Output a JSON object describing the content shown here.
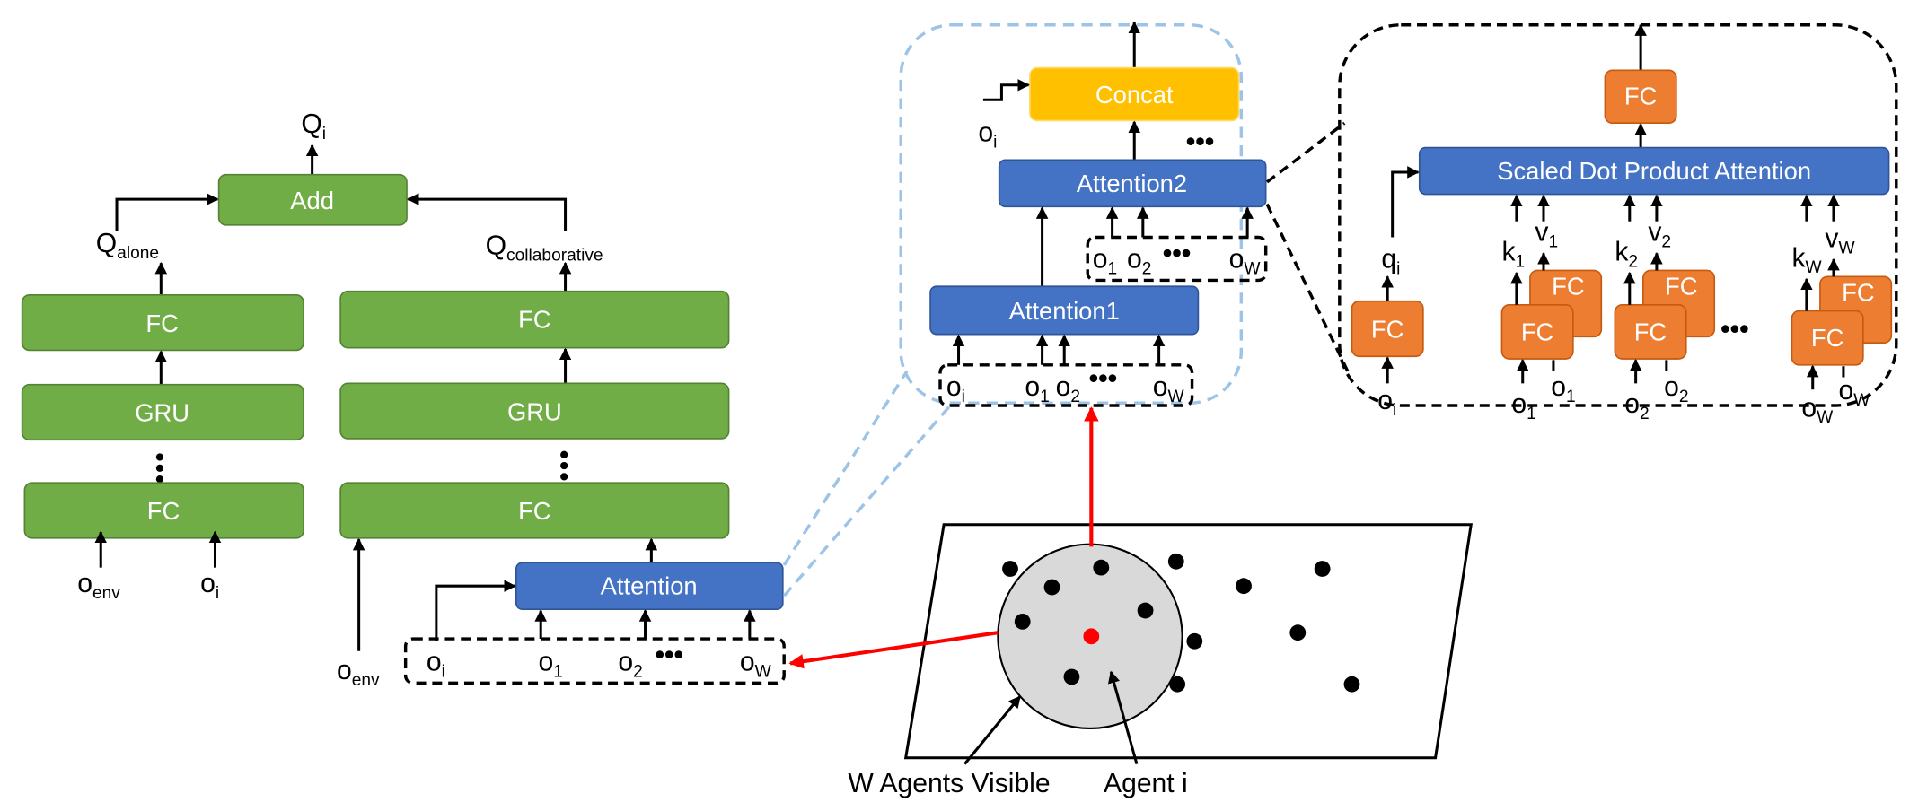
{
  "colors": {
    "green": "#70AD47",
    "blue": "#4472C4",
    "orange": "#ED7D31",
    "yellow": "#FFC000",
    "highlight": "#FF0000",
    "zoom_outline": "#9DC3E6"
  },
  "left_branch": {
    "output": {
      "main": "Q",
      "sub": "i"
    },
    "add": "Add",
    "q_alone": {
      "main": "Q",
      "sub": "alone"
    },
    "fc_top": "FC",
    "gru": "GRU",
    "fc_bottom": "FC",
    "inputs": [
      {
        "main": "o",
        "sub": "env"
      },
      {
        "main": "o",
        "sub": "i"
      }
    ]
  },
  "right_branch": {
    "q_collaborative": {
      "main": "Q",
      "sub": "collaborative"
    },
    "fc_top": "FC",
    "gru": "GRU",
    "fc_bottom": "FC",
    "o_env": {
      "main": "o",
      "sub": "env"
    },
    "attention": "Attention",
    "inputs": [
      {
        "main": "o",
        "sub": "i"
      },
      {
        "main": "o",
        "sub": "1"
      },
      {
        "main": "o",
        "sub": "2"
      },
      {
        "main": "o",
        "sub": "W"
      }
    ],
    "ellipsis": "•••"
  },
  "environment": {
    "visible_label": "W Agents Visible",
    "agent_label": "Agent i"
  },
  "attention_detail": {
    "concat": "Concat",
    "o_i": {
      "main": "o",
      "sub": "i"
    },
    "ellipsis_top": "•••",
    "attention2": "Attention2",
    "inputs2": [
      {
        "main": "o",
        "sub": "1"
      },
      {
        "main": "o",
        "sub": "2"
      },
      {
        "main": "o",
        "sub": "W"
      }
    ],
    "ellipsis2": "•••",
    "attention1": "Attention1",
    "inputs1": [
      {
        "main": "o",
        "sub": "i"
      },
      {
        "main": "o",
        "sub": "1"
      },
      {
        "main": "o",
        "sub": "2"
      },
      {
        "main": "o",
        "sub": "W"
      }
    ],
    "ellipsis1": "•••"
  },
  "sdpa_detail": {
    "fc_out": "FC",
    "title": "Scaled Dot Product Attention",
    "query": {
      "label": {
        "main": "q",
        "sub": "i"
      },
      "fc": "FC",
      "input": {
        "main": "o",
        "sub": "i"
      }
    },
    "groups": [
      {
        "k": {
          "main": "k",
          "sub": "1"
        },
        "v": {
          "main": "v",
          "sub": "1"
        },
        "fc_front": "FC",
        "fc_back": "FC",
        "in_k": {
          "main": "o",
          "sub": "1"
        },
        "in_v": {
          "main": "o",
          "sub": "1"
        }
      },
      {
        "k": {
          "main": "k",
          "sub": "2"
        },
        "v": {
          "main": "v",
          "sub": "2"
        },
        "fc_front": "FC",
        "fc_back": "FC",
        "in_k": {
          "main": "o",
          "sub": "2"
        },
        "in_v": {
          "main": "o",
          "sub": "2"
        }
      },
      {
        "k": {
          "main": "k",
          "sub": "W"
        },
        "v": {
          "main": "v",
          "sub": "W"
        },
        "fc_front": "FC",
        "fc_back": "FC",
        "in_k": {
          "main": "o",
          "sub": "W"
        },
        "in_v": {
          "main": "o",
          "sub": "W"
        }
      }
    ],
    "ellipsis": "•••"
  }
}
